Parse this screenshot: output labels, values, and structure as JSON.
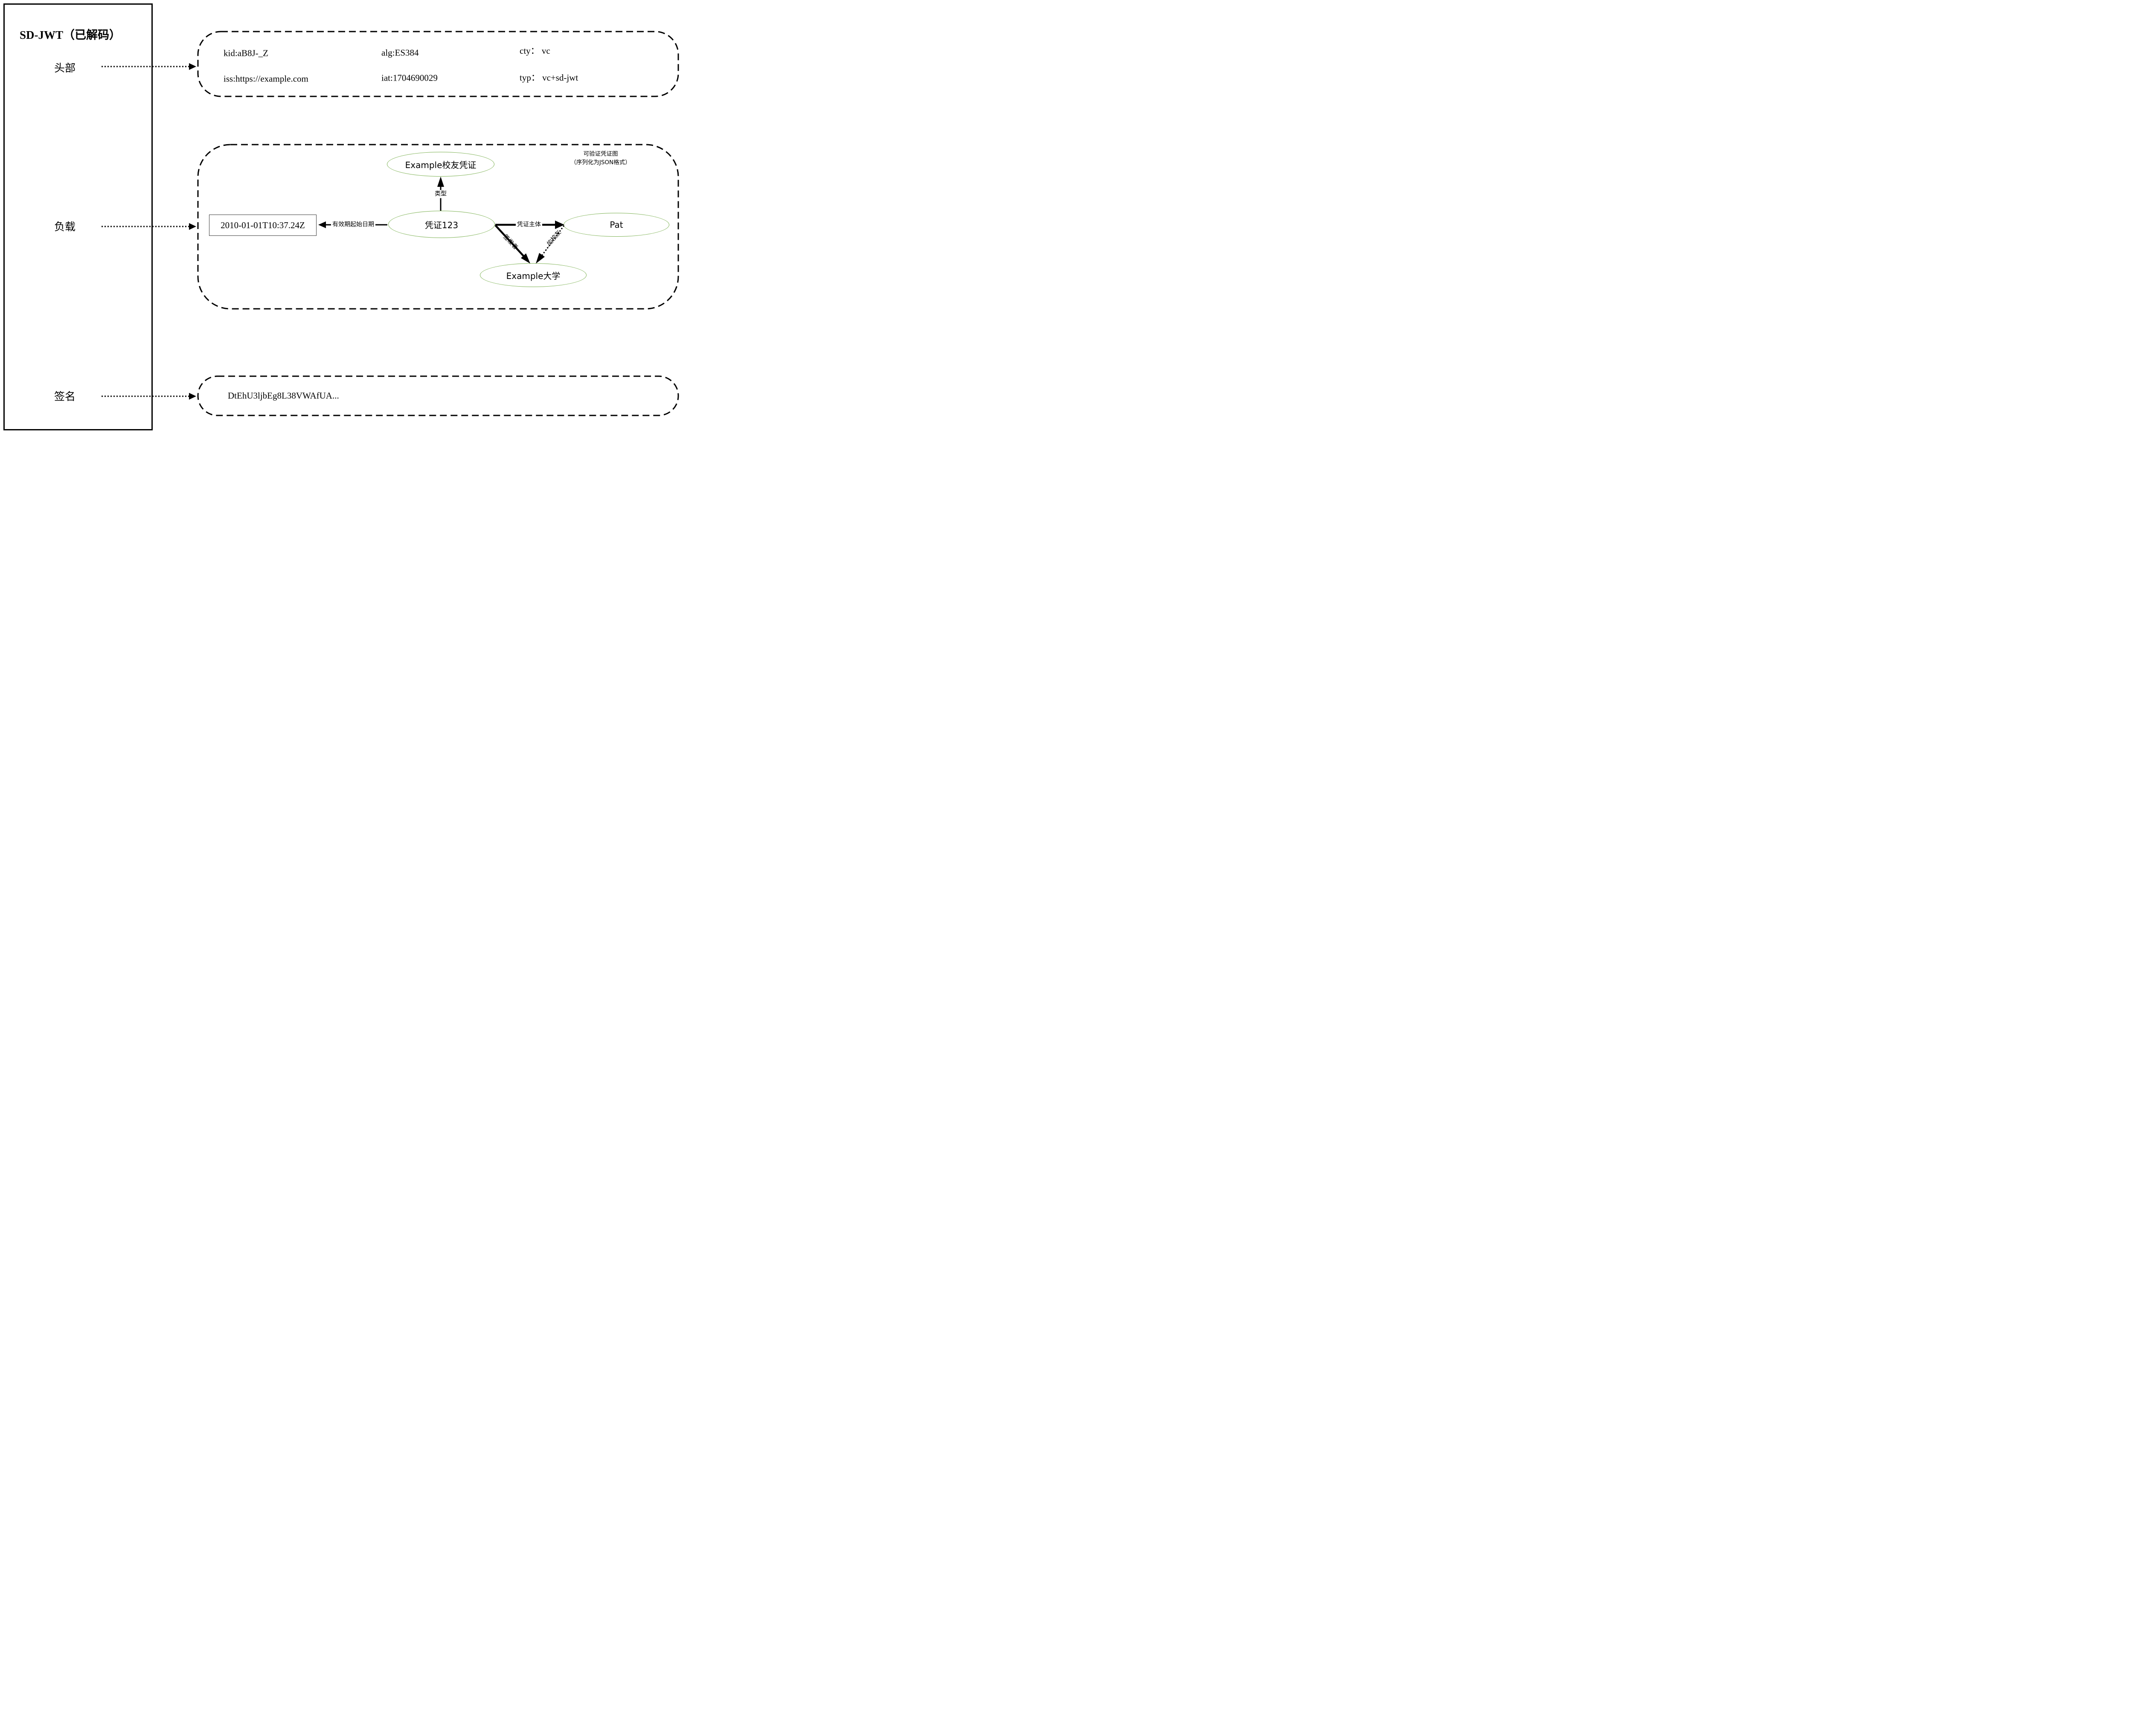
{
  "sidebar": {
    "title": "SD-JWT（已解码）",
    "header_label": "头部",
    "payload_label": "负载",
    "signature_label": "签名"
  },
  "header": {
    "kid": "kid:aB8J-_Z",
    "alg": "alg:ES384",
    "cty": "cty： vc",
    "iss": "iss:https://example.com",
    "iat": "iat:1704690029",
    "typ": "typ： vc+sd-jwt"
  },
  "payload": {
    "note_line1": "可验证凭证图",
    "note_line2": "（序列化为JSON格式）",
    "nodes": {
      "credential_type": "Example校友凭证",
      "credential": "凭证123",
      "subject": "Pat",
      "issuer": "Example大学",
      "valid_from": "2010-01-01T10:37.24Z"
    },
    "edges": {
      "type": "类型",
      "valid_from": "有效期起始日期",
      "subject": "凭证主体",
      "issuer": "签发者",
      "alumni_of": "…的校友"
    }
  },
  "signature": {
    "value": "DtEhU3ljbEg8L38VWAfUA..."
  },
  "colors": {
    "node_stroke": "#7cb152",
    "line": "#000000"
  }
}
